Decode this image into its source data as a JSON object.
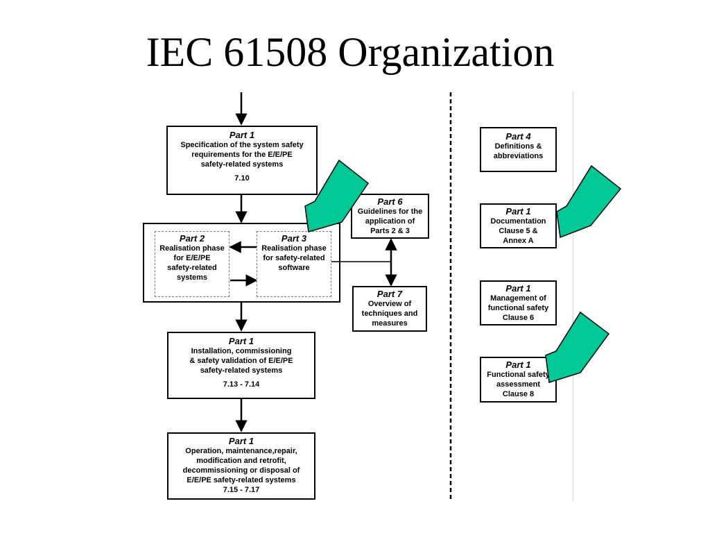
{
  "slide": {
    "title": "IEC 61508 Organization"
  },
  "colors": {
    "accent_green": "#00c896",
    "line": "#000000",
    "box_fill": "#ffffff"
  },
  "boxes": {
    "p1_spec": {
      "part": "Part 1",
      "lines": [
        "Specification of the system safety",
        "requirements for the E/E/PE",
        "safety-related systems"
      ],
      "clause": "7.10"
    },
    "p2": {
      "part": "Part 2",
      "lines": [
        "Realisation phase",
        "for E/E/PE",
        "safety-related",
        "systems"
      ]
    },
    "p3": {
      "part": "Part 3",
      "lines": [
        "Realisation phase",
        "for safety-related",
        "software"
      ]
    },
    "p6": {
      "part": "Part 6",
      "lines": [
        "Guidelines for the",
        "application of",
        "Parts 2 & 3"
      ]
    },
    "p7": {
      "part": "Part 7",
      "lines": [
        "Overview of",
        "techniques and",
        "measures"
      ]
    },
    "p1_inst": {
      "part": "Part 1",
      "lines": [
        "Installation, commissioning",
        "& safety validation of E/E/PE",
        "safety-related systems"
      ],
      "clause": "7.13 - 7.14"
    },
    "p1_oper": {
      "part": "Part 1",
      "lines": [
        "Operation, maintenance,repair,",
        "modification and retrofit,",
        "decommissioning or disposal of",
        "E/E/PE safety-related systems",
        "7.15 - 7.17"
      ]
    },
    "p4": {
      "part": "Part 4",
      "lines": [
        "Definitions &",
        "abbreviations"
      ]
    },
    "p1_doc": {
      "part": "Part 1",
      "lines": [
        "Documentation",
        "Clause 5 &",
        "Annex A"
      ]
    },
    "p1_mgmt": {
      "part": "Part 1",
      "lines": [
        "Management of",
        "functional safety",
        "Clause 6"
      ]
    },
    "p1_fsa": {
      "part": "Part 1",
      "lines": [
        "Functional safety",
        "assessment",
        "Clause 8"
      ]
    }
  },
  "callouts": [
    "green-arrow-part3",
    "green-arrow-documentation",
    "green-arrow-assessment"
  ]
}
